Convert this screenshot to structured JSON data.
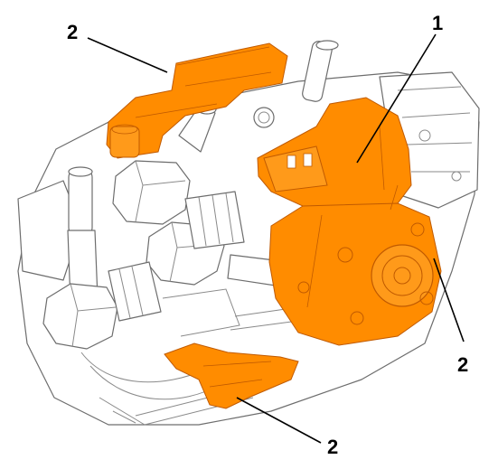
{
  "diagram": {
    "highlight_color": "#ff8c00",
    "outline_color": "#6d6d6d",
    "callouts": [
      {
        "id": "callout-1",
        "label": "1"
      },
      {
        "id": "callout-2-top",
        "label": "2"
      },
      {
        "id": "callout-2-right",
        "label": "2"
      },
      {
        "id": "callout-2-bottom",
        "label": "2"
      }
    ]
  }
}
